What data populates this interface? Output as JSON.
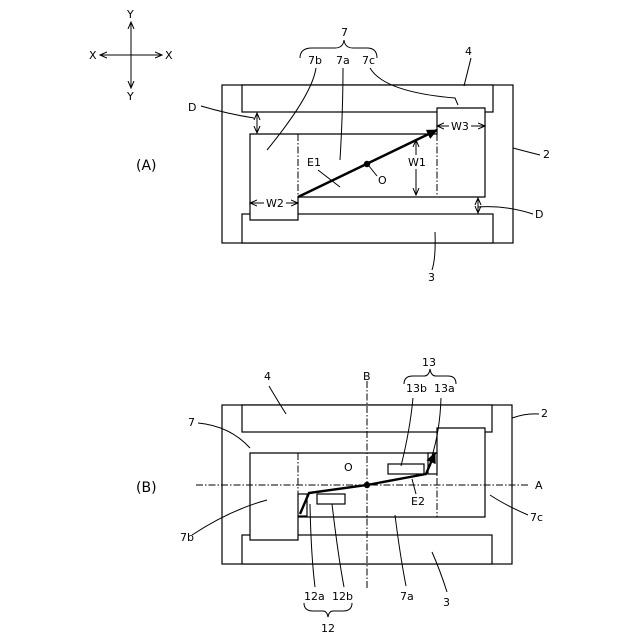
{
  "axes": {
    "y_top": "Y",
    "y_bottom": "Y",
    "x_left": "X",
    "x_right": "X"
  },
  "panel_a": {
    "panel": "(A)",
    "label_7": "7",
    "label_7b": "7b",
    "label_7a": "7a",
    "label_7c": "7c",
    "label_4": "4",
    "label_d_top": "D",
    "label_d_bottom": "D",
    "label_2": "2",
    "label_3": "3",
    "label_e1": "E1",
    "label_o": "O",
    "label_w1": "W1",
    "label_w2": "W2",
    "label_w3": "W3"
  },
  "panel_b": {
    "panel": "(B)",
    "label_4": "4",
    "label_b": "B",
    "label_13": "13",
    "label_13b": "13b",
    "label_13a": "13a",
    "label_2": "2",
    "label_7": "7",
    "label_o": "O",
    "label_a": "A",
    "label_e2": "E2",
    "label_7b": "7b",
    "label_7c": "7c",
    "label_12a": "12a",
    "label_12b": "12b",
    "label_7a": "7a",
    "label_3": "3",
    "label_12": "12"
  }
}
